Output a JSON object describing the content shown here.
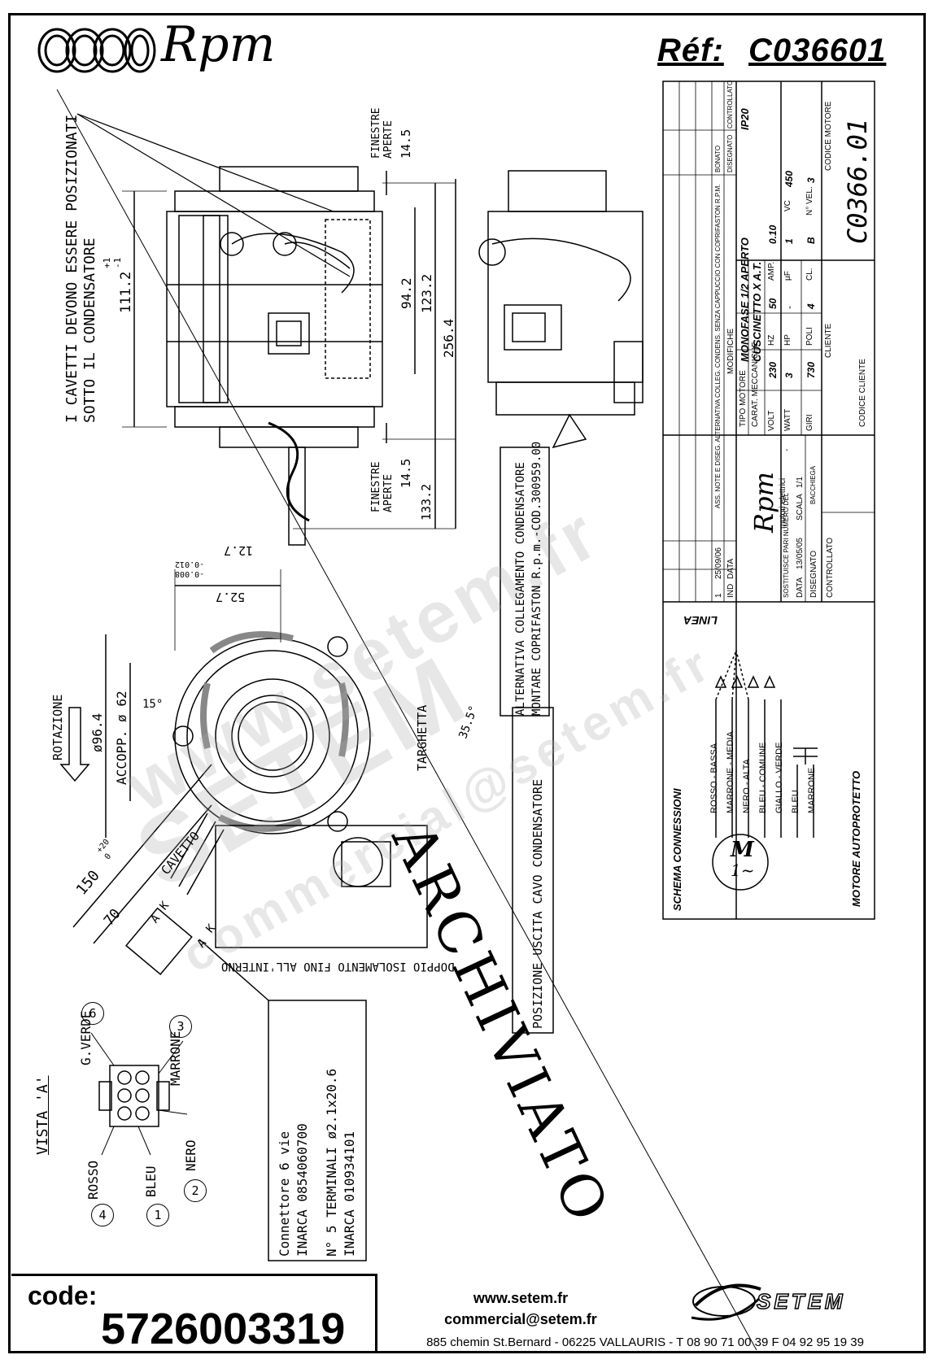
{
  "header": {
    "brand": "Rpm",
    "ref_label": "Réf:",
    "ref_value": "C036601"
  },
  "drawing": {
    "note_cables": "I CAVETTI DEVONO ESSERE POSIZIONATI",
    "note_cables_2": "SOTTO IL CONDENSATORE",
    "finestre_top_1": "FINESTRE",
    "finestre_top_2": "APERTE",
    "finestre_bottom_1": "FINESTRE",
    "finestre_bottom_2": "APERTE",
    "dim_111": "111.2",
    "dim_111_tol_top": "+1",
    "dim_111_tol_bot": "-1",
    "dim_94": "94.2",
    "dim_123": "123.2",
    "dim_256": "256.4",
    "dim_14_top": "14.5",
    "dim_14_bot": "14.5",
    "dim_133": "133.2",
    "dim_12": "12.7",
    "dim_52": "52.7",
    "tol_52_a": "-0.008",
    "tol_52_b": "-0.012",
    "rotazione": "ROTAZIONE",
    "dim_96": "ø96.4",
    "accopp": "ACCOPP. ø 62",
    "angle_15": "15°",
    "targhetta": "TARGHETTA",
    "angle_35": "35.5°",
    "dim_150": "150",
    "dim_150_tol_top": "+20",
    "dim_150_tol_bot": "0",
    "dim_70": "70",
    "cavetto": "CAVETTO",
    "ak1": "A",
    "ak2": "K",
    "ak3": "A",
    "ak4": "K",
    "doppio": "DOPPIO ISOLAMENTO FINO ALL'INTERNO",
    "alt_1": "ALTERNATIVA COLLEGAMENTO CONDENSATORE",
    "alt_2": "MONTARE COPRIFASTON R.p.m.-COD.300959.00",
    "posizione": "POSIZIONE USCITA CAVO CONDENSATORE",
    "archiviato": "ARCHIVIATO",
    "vista": "VISTA 'A'",
    "pins": [
      {
        "num": "6",
        "label": "G.VERDE"
      },
      {
        "num": "3",
        "label": "MARRONE"
      },
      {
        "num": "2",
        "label": "NERO"
      },
      {
        "num": "1",
        "label": "BLEU"
      },
      {
        "num": "4",
        "label": "ROSSO"
      }
    ],
    "connettore_1": "Connettore 6 vie",
    "connettore_2": "INARCA 0854060700",
    "connettore_3": "N° 5 TERMINALI ø2.1x20.6",
    "connettore_4": "INARCA 010934101"
  },
  "titleblock": {
    "rev_1": "ASS. NOTE E DISEG. ALTERNATIVA COLLEG. CONDENS. SENZA CAPPUCCIO CON COPRIFASTON R.P.M.",
    "rev_date": "25/09/06",
    "rev_num": "1",
    "ind": "IND",
    "data": "DATA",
    "modifiche": "MODIFICHE",
    "bonato": "BONATO",
    "disegnato": "DISEGNATO",
    "controllato": "CONTROLLATO",
    "tipo_motore_label": "TIPO MOTORE",
    "tipo_motore": "MONOFASE 1/2 APERTO",
    "ip": "IP20",
    "carat_label": "CARAT. MECCANICHE",
    "carat": "CUSCINETTO X A.T.",
    "volt_label": "VOLT",
    "volt": "230",
    "hz_label": "HZ",
    "hz": "50",
    "amp_label": "AMP.",
    "amp": "0.10",
    "watt_label": "WATT",
    "watt": "3",
    "hp_label": "HP",
    "hp": "-",
    "uf_label": "µF",
    "uf": "1",
    "vc_label": "VC",
    "vc": "450",
    "giri_label": "GIRI",
    "giri": "730",
    "poli_label": "POLI",
    "poli": "4",
    "cl_label": "CL.",
    "cl": "B",
    "nvel_label": "N° VEL.",
    "nvel": "3",
    "cliente_label": "CLIENTE",
    "codice_motore_label": "CODICE MOTORE",
    "codice_motore": "C0366.01",
    "codice_cliente_label": "CODICE CLIENTE",
    "rpm_logo": "Rpm",
    "motori_elettrici": "motori elettrici",
    "sostituisce": "SOSTITUISCE PARI NUMERO DEL",
    "sostituisce_val": "-",
    "data_label": "DATA",
    "data_val": "13/05/05",
    "scala_label": "SCALA",
    "scala_val": "1/1",
    "disegnato_label": "DISEGNATO",
    "disegnato_val": "BACCHIEGA",
    "controllato_label": "CONTROLLATO",
    "linea": "LINEA",
    "schema": "SCHEMA CONNESSIONI",
    "wires": [
      "ROSSO - BASSA",
      "MARRONE - MEDIA",
      "NERO - ALTA",
      "BLEU - COMUNE",
      "GIALLO - VERDE",
      "BLEU",
      "MARRONE"
    ],
    "motor_symbol": "M",
    "motor_symbol_2": "1~",
    "autoprotetto": "MOTORE AUTOPROTETTO"
  },
  "watermarks": [
    "www.setem.fr",
    "SETEM",
    "commercial@setem.fr"
  ],
  "code": {
    "label": "code:",
    "value": "5726003319"
  },
  "footer": {
    "web": "www.setem.fr",
    "email": "commercial@setem.fr",
    "address": "885 chemin St.Bernard  -  06225 VALLAURIS  -  T 08 90 71 00 39  F 04 92 95 19 39",
    "setem_brand": "SETEM"
  }
}
